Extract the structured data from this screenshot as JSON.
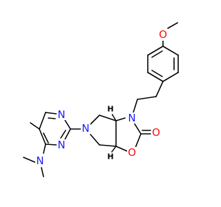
{
  "molecule": {
    "atoms": {
      "n_pyrrolidine": "N",
      "n_oxazolidinone": "N",
      "o_ring": "O",
      "o_carbonyl": "O",
      "o_methoxy": "O",
      "n_pyrimidine_upper": "N",
      "n_pyrimidine_lower": "N",
      "n_dimethylamino": "N",
      "h_upper": "H",
      "h_lower": "H"
    },
    "colors": {
      "nitrogen": "#1a1aff",
      "oxygen": "#ff0d0d",
      "carbon_bond": "#000000"
    }
  }
}
